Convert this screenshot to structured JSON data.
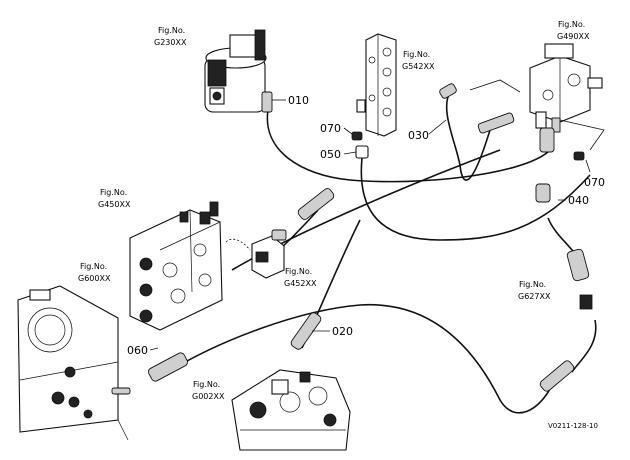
{
  "fig_refs": {
    "g230": {
      "line1": "Fig.No.",
      "line2": "G230XX"
    },
    "g542": {
      "line1": "Fig.No.",
      "line2": "G542XX"
    },
    "g490": {
      "line1": "Fig.No.",
      "line2": "G490XX"
    },
    "g450": {
      "line1": "Fig.No.",
      "line2": "G450XX"
    },
    "g452": {
      "line1": "Fig.No.",
      "line2": "G452XX"
    },
    "g600": {
      "line1": "Fig.No.",
      "line2": "G600XX"
    },
    "g627": {
      "line1": "Fig.No.",
      "line2": "G627XX"
    },
    "g002": {
      "line1": "Fig.No.",
      "line2": "G002XX"
    }
  },
  "part_numbers": {
    "p010": "010",
    "p020": "020",
    "p030": "030",
    "p040": "040",
    "p050": "050",
    "p060": "060",
    "p070a": "070",
    "p070b": "070"
  },
  "drawing_ref": "V0211-128-10"
}
